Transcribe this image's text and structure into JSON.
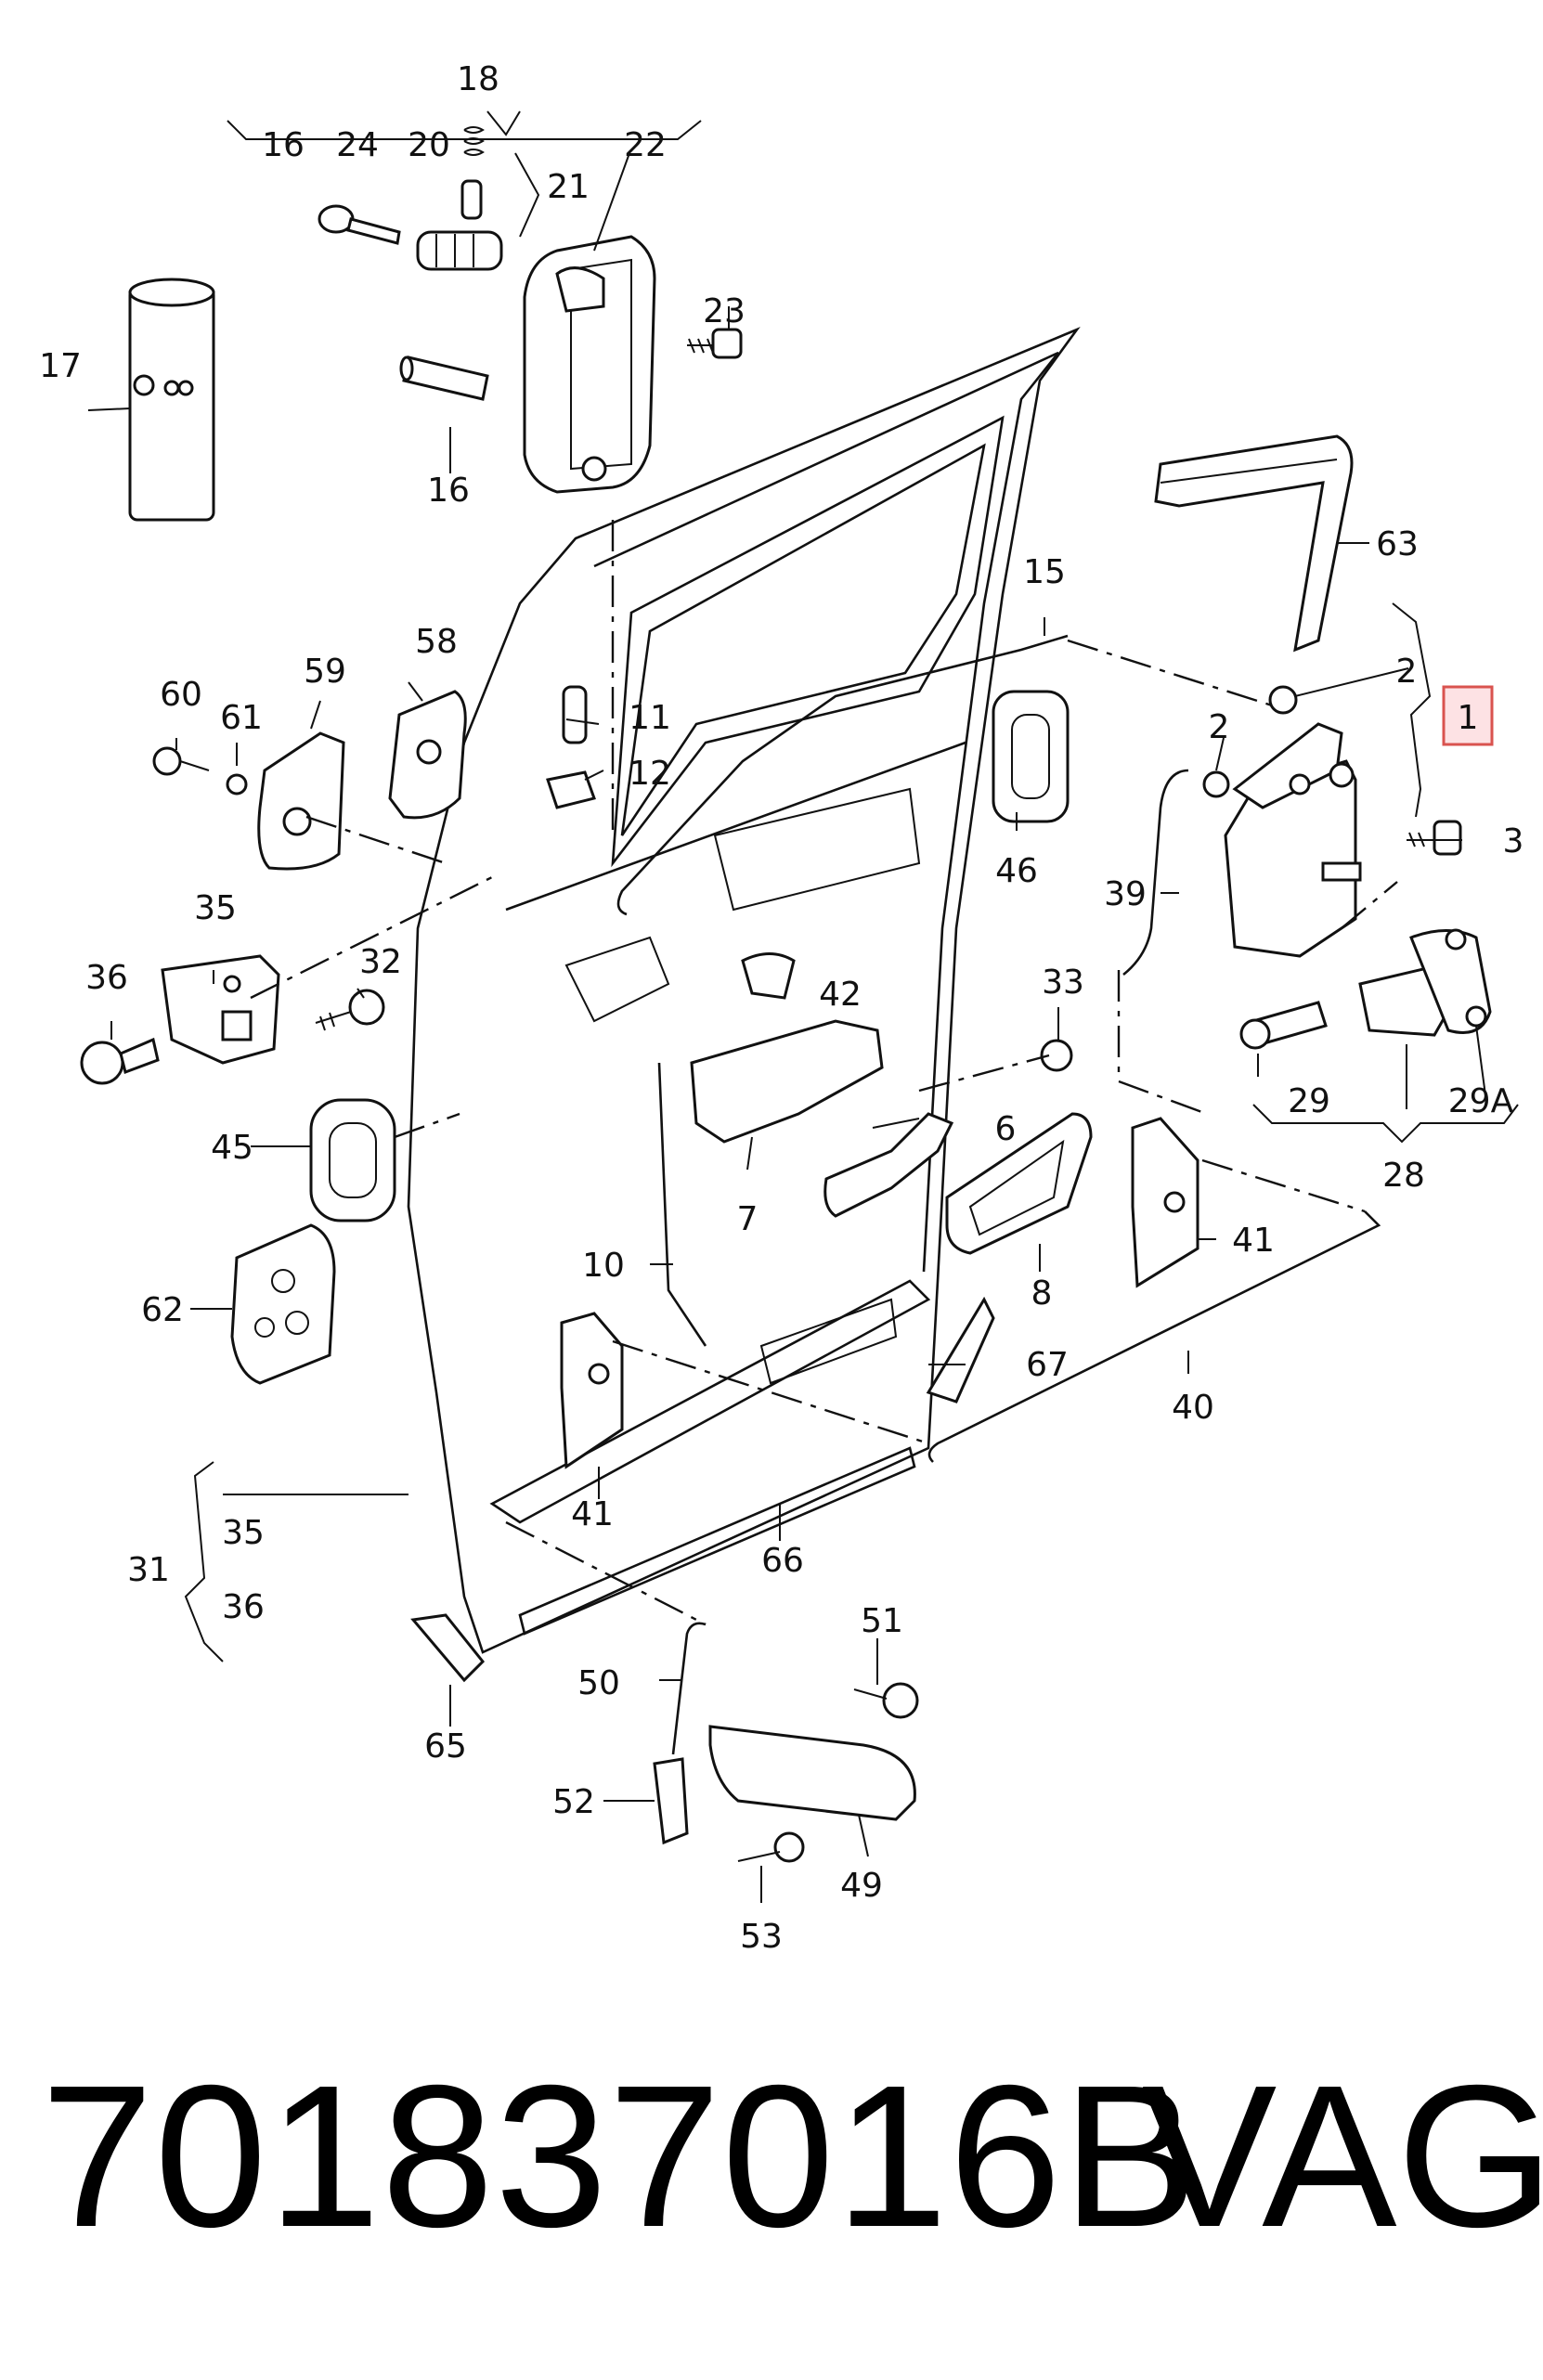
{
  "diagram": {
    "labels": {
      "l1": "1",
      "l2a": "2",
      "l2b": "2",
      "l3": "3",
      "l6": "6",
      "l7": "7",
      "l8": "8",
      "l10": "10",
      "l11": "11",
      "l12": "12",
      "l15": "15",
      "l16a": "16",
      "l16b": "16",
      "l17": "17",
      "l18": "18",
      "l20": "20",
      "l21": "21",
      "l22": "22",
      "l23": "23",
      "l24": "24",
      "l28": "28",
      "l29": "29",
      "l29a": "29A",
      "l31": "31",
      "l32": "32",
      "l33": "33",
      "l35a": "35",
      "l35b": "35",
      "l36a": "36",
      "l36b": "36",
      "l39": "39",
      "l40": "40",
      "l41a": "41",
      "l41b": "41",
      "l42": "42",
      "l45": "45",
      "l46": "46",
      "l49": "49",
      "l50": "50",
      "l51": "51",
      "l52": "52",
      "l53": "53",
      "l58": "58",
      "l59": "59",
      "l60": "60",
      "l61": "61",
      "l62": "62",
      "l63": "63",
      "l65": "65",
      "l66": "66",
      "l67": "67"
    },
    "highlighted_callout": "1"
  },
  "footer": {
    "part_number": "701837016B",
    "brand": "VAG"
  }
}
